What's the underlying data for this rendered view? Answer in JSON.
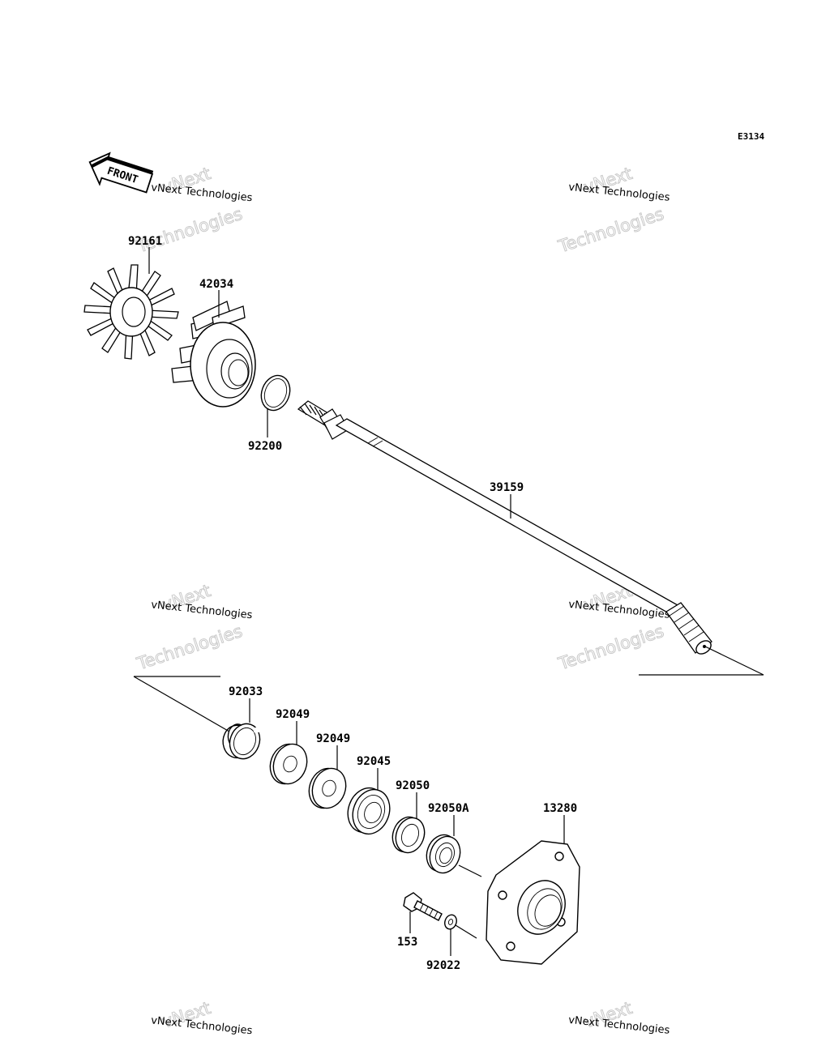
{
  "diagram_code": "E3134",
  "front_label": "FRONT",
  "watermark": {
    "line1": "vNext Technologies",
    "line2": "vNext",
    "line3": "Technologies"
  },
  "parts": [
    {
      "id": "impeller",
      "number": "92161"
    },
    {
      "id": "cap",
      "number": "42034"
    },
    {
      "id": "ring",
      "number": "92200"
    },
    {
      "id": "shaft",
      "number": "39159"
    },
    {
      "id": "circlip",
      "number": "92033"
    },
    {
      "id": "spacer-1",
      "number": "92049"
    },
    {
      "id": "spacer-2",
      "number": "92049"
    },
    {
      "id": "bearing",
      "number": "92045"
    },
    {
      "id": "seal-1",
      "number": "92050"
    },
    {
      "id": "seal-2",
      "number": "92050A"
    },
    {
      "id": "housing",
      "number": "13280"
    },
    {
      "id": "bolt",
      "number": "153"
    },
    {
      "id": "washer",
      "number": "92022"
    }
  ]
}
